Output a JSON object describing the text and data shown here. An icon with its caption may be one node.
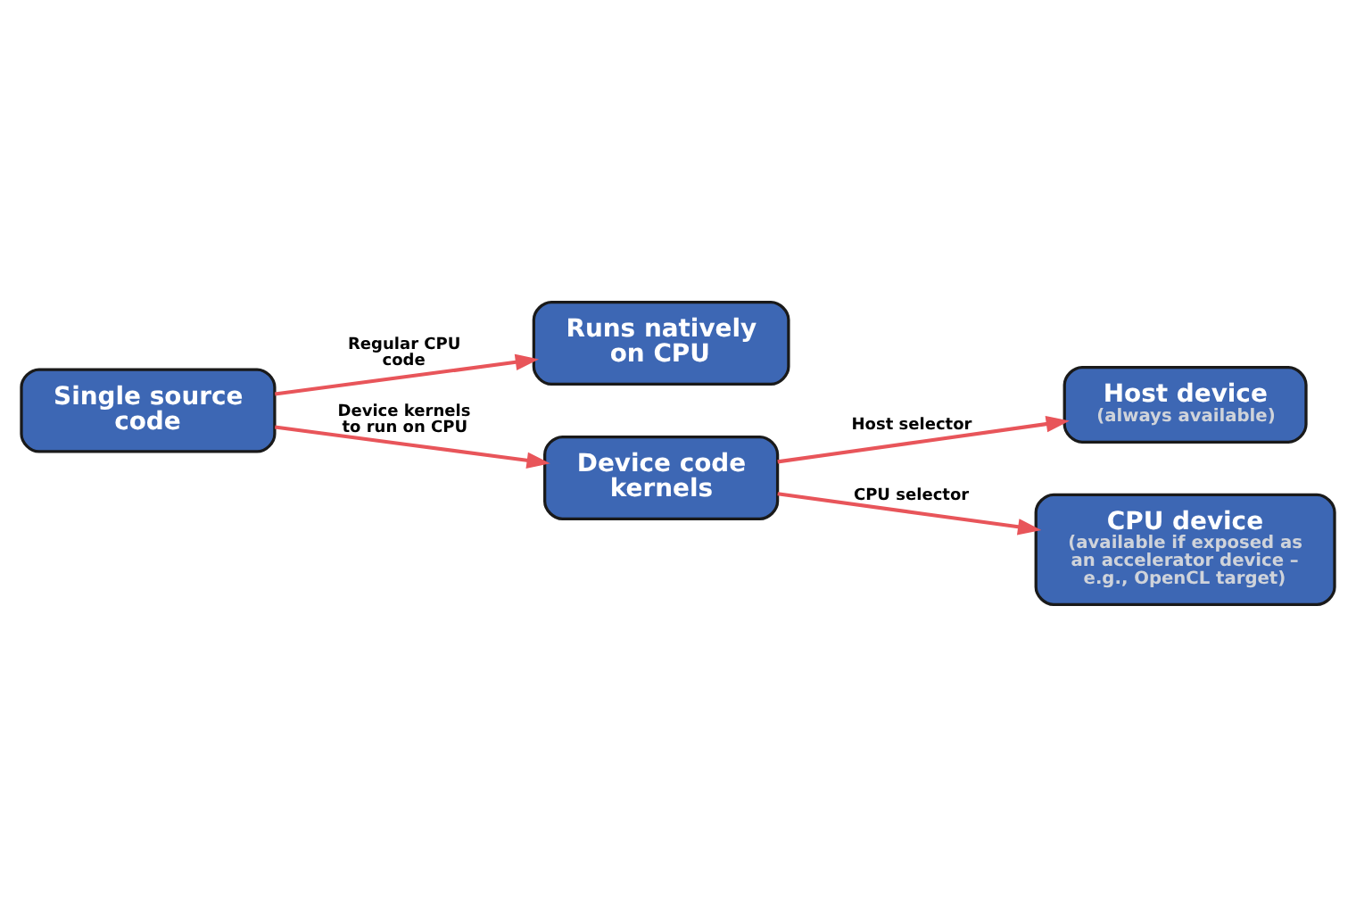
{
  "diagram": {
    "nodes": [
      {
        "text": [
          "Single source code"
        ]
      },
      {
        "text": [
          "Runs natively on CPU"
        ]
      },
      {
        "text": [
          "Device code kernels"
        ]
      },
      {
        "text": [
          "Host device",
          "(always available)"
        ]
      },
      {
        "text": [
          "CPU device",
          "(available if exposed as an accelerator device – e.g., OpenCL target)"
        ]
      }
    ],
    "edges": [
      {
        "from": 0,
        "to": 1,
        "arrow": "to",
        "label": "Regular CPU code"
      },
      {
        "from": 0,
        "to": 2,
        "arrow": "to",
        "label": "Device kernels to run on CPU"
      },
      {
        "from": 2,
        "to": 3,
        "arrow": "to",
        "label": "Host selector"
      },
      {
        "from": 2,
        "to": 4,
        "arrow": "to",
        "label": "CPU selector"
      }
    ]
  }
}
